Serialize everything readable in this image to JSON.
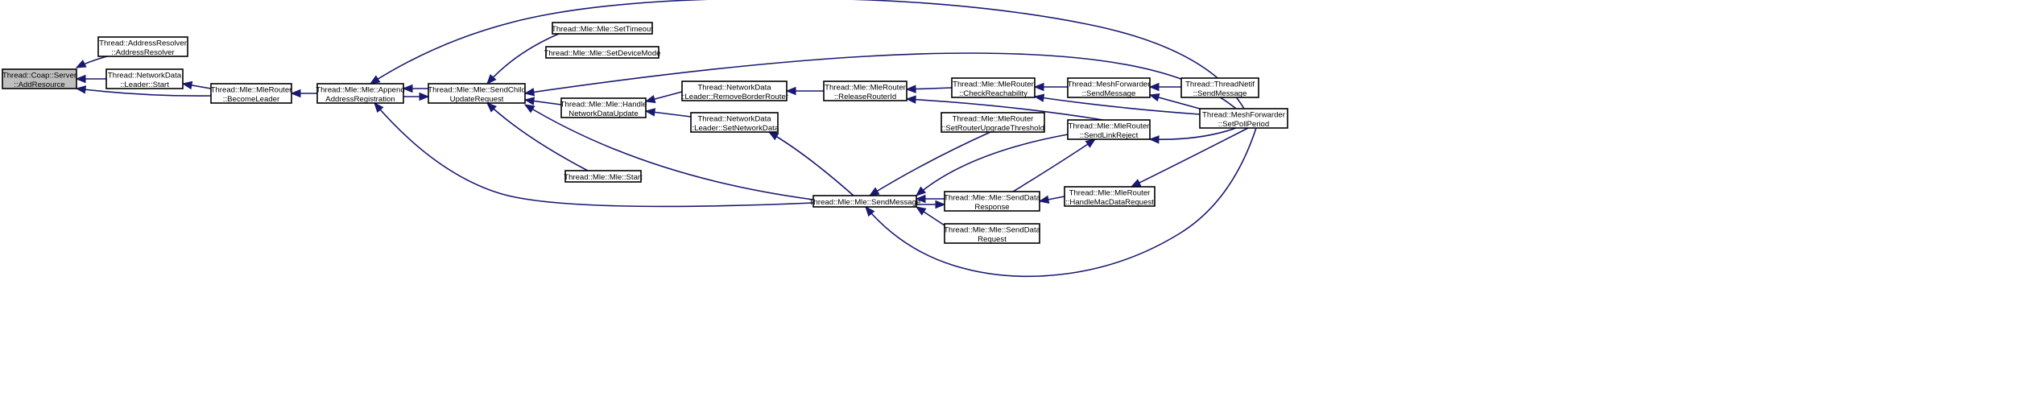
{
  "graph": {
    "edge_color": "#191970",
    "root_fill": "#bfbfbf",
    "nodes": [
      {
        "id": "add_resource",
        "lines": [
          "Thread::Coap::Server",
          "::AddResource"
        ],
        "root": true
      },
      {
        "id": "address_resolver",
        "lines": [
          "Thread::AddressResolver",
          "::AddressResolver"
        ]
      },
      {
        "id": "nd_leader_start",
        "lines": [
          "Thread::NetworkData",
          "::Leader::Start"
        ]
      },
      {
        "id": "become_leader",
        "lines": [
          "Thread::Mle::MleRouter",
          "::BecomeLeader"
        ]
      },
      {
        "id": "append_addr_reg",
        "lines": [
          "Thread::Mle::Mle::Append",
          "AddressRegistration"
        ]
      },
      {
        "id": "send_child_update",
        "lines": [
          "Thread::Mle::Mle::SendChild",
          "UpdateRequest"
        ]
      },
      {
        "id": "set_timeout",
        "lines": [
          "Thread::Mle::Mle::SetTimeout"
        ]
      },
      {
        "id": "set_device_mode",
        "lines": [
          "Thread::Mle::Mle::SetDeviceMode"
        ]
      },
      {
        "id": "handle_nd_update",
        "lines": [
          "Thread::Mle::Mle::Handle",
          "NetworkDataUpdate"
        ]
      },
      {
        "id": "mle_start",
        "lines": [
          "Thread::Mle::Mle::Start"
        ]
      },
      {
        "id": "remove_border_router",
        "lines": [
          "Thread::NetworkData",
          "::Leader::RemoveBorderRouter"
        ]
      },
      {
        "id": "set_network_data",
        "lines": [
          "Thread::NetworkData",
          "::Leader::SetNetworkData"
        ]
      },
      {
        "id": "release_router_id",
        "lines": [
          "Thread::Mle::MleRouter",
          "::ReleaseRouterId"
        ]
      },
      {
        "id": "check_reachability",
        "lines": [
          "Thread::Mle::MleRouter",
          "::CheckReachability"
        ]
      },
      {
        "id": "set_router_upgrade",
        "lines": [
          "Thread::Mle::MleRouter",
          "::SetRouterUpgradeThreshold"
        ]
      },
      {
        "id": "send_message",
        "lines": [
          "Thread::Mle::Mle::SendMessage"
        ]
      },
      {
        "id": "send_data_response",
        "lines": [
          "Thread::Mle::Mle::SendData",
          "Response"
        ]
      },
      {
        "id": "send_data_request",
        "lines": [
          "Thread::Mle::Mle::SendData",
          "Request"
        ]
      },
      {
        "id": "mf_send_message",
        "lines": [
          "Thread::MeshForwarder",
          "::SendMessage"
        ]
      },
      {
        "id": "send_link_reject",
        "lines": [
          "Thread::Mle::MleRouter",
          "::SendLinkReject"
        ]
      },
      {
        "id": "handle_mac_data_req",
        "lines": [
          "Thread::Mle::MleRouter",
          "::HandleMacDataRequest"
        ]
      },
      {
        "id": "threadnetif_send",
        "lines": [
          "Thread::ThreadNetif",
          "::SendMessage"
        ]
      },
      {
        "id": "set_poll_period",
        "lines": [
          "Thread::MeshForwarder",
          "::SetPollPeriod"
        ]
      }
    ],
    "edges": [
      [
        "address_resolver",
        "add_resource"
      ],
      [
        "nd_leader_start",
        "add_resource"
      ],
      [
        "become_leader",
        "add_resource"
      ],
      [
        "become_leader",
        "nd_leader_start"
      ],
      [
        "append_addr_reg",
        "become_leader"
      ],
      [
        "send_child_update",
        "append_addr_reg"
      ],
      [
        "append_addr_reg",
        "send_child_update"
      ],
      [
        "set_timeout",
        "send_child_update"
      ],
      [
        "handle_nd_update",
        "send_child_update"
      ],
      [
        "mle_start",
        "send_child_update"
      ],
      [
        "remove_border_router",
        "handle_nd_update"
      ],
      [
        "set_network_data",
        "handle_nd_update"
      ],
      [
        "release_router_id",
        "remove_border_router"
      ],
      [
        "check_reachability",
        "release_router_id"
      ],
      [
        "send_link_reject",
        "release_router_id"
      ],
      [
        "mf_send_message",
        "check_reachability"
      ],
      [
        "set_poll_period",
        "check_reachability"
      ],
      [
        "threadnetif_send",
        "mf_send_message"
      ],
      [
        "set_poll_period",
        "mf_send_message"
      ],
      [
        "set_poll_period",
        "append_addr_reg"
      ],
      [
        "set_poll_period",
        "send_child_update"
      ],
      [
        "set_poll_period",
        "send_link_reject"
      ],
      [
        "set_poll_period",
        "handle_mac_data_req"
      ],
      [
        "set_poll_period",
        "send_message"
      ],
      [
        "send_message",
        "append_addr_reg"
      ],
      [
        "send_message",
        "send_child_update"
      ],
      [
        "send_message",
        "set_network_data"
      ],
      [
        "set_router_upgrade",
        "send_message"
      ],
      [
        "send_link_reject",
        "send_message"
      ],
      [
        "send_data_response",
        "send_message"
      ],
      [
        "send_message",
        "send_data_response"
      ],
      [
        "send_data_request",
        "send_message"
      ],
      [
        "send_data_response",
        "send_link_reject"
      ],
      [
        "handle_mac_data_req",
        "send_data_response"
      ]
    ]
  }
}
